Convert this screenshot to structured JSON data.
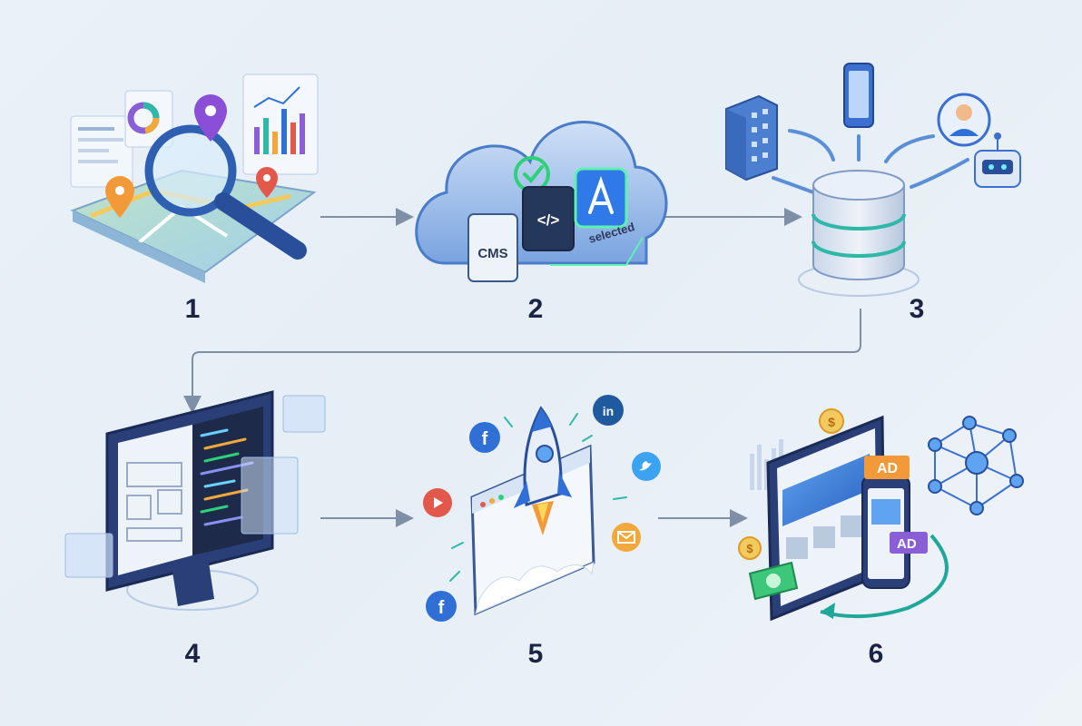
{
  "steps": [
    {
      "number": "1"
    },
    {
      "number": "2"
    },
    {
      "number": "3"
    },
    {
      "number": "4"
    },
    {
      "number": "5"
    },
    {
      "number": "6"
    }
  ],
  "labels": {
    "cms": "CMS",
    "code": "</>",
    "selected": "selected",
    "ad": "AD"
  },
  "icons": {
    "step1": "map-search-icon",
    "step2": "cloud-platform-icon",
    "step3": "database-icon",
    "step4": "monitor-code-icon",
    "step5": "rocket-launch-icon",
    "step6": "ads-monetization-icon"
  },
  "colors": {
    "ink": "#1b2442",
    "primary": "#2f6fd6",
    "teal": "#26b3a6",
    "green": "#2fd07a",
    "arrow": "#7f8fa6"
  }
}
